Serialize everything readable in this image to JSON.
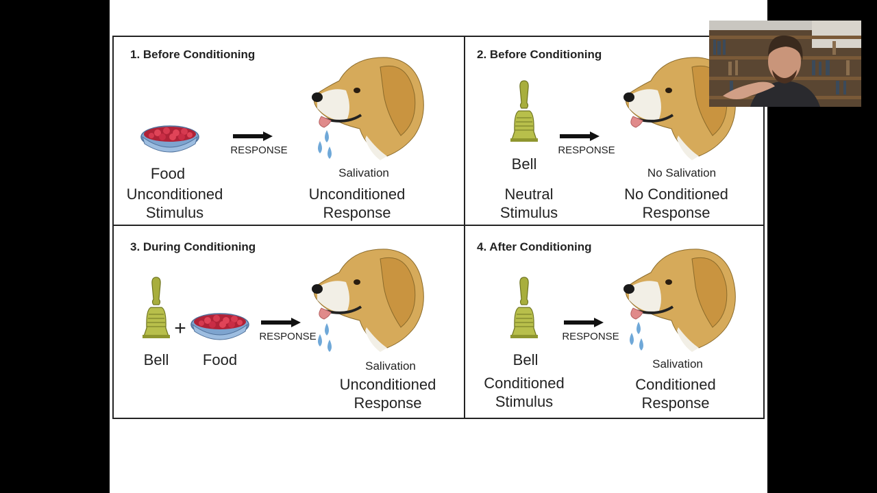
{
  "panels": [
    {
      "title": "1. Before Conditioning",
      "response": "RESPONSE",
      "stim_name": "Food",
      "stim_type": "Unconditioned Stimulus",
      "dog_state": "Salivation",
      "resp_type": "Unconditioned Response"
    },
    {
      "title": "2. Before Conditioning",
      "response": "RESPONSE",
      "stim_name": "Bell",
      "stim_type": "Neutral Stimulus",
      "dog_state": "No Salivation",
      "resp_type": "No Conditioned Response"
    },
    {
      "title": "3. During Conditioning",
      "response": "RESPONSE",
      "stim_name": "Bell",
      "stim_name2": "Food",
      "plus": "+",
      "dog_state": "Salivation",
      "resp_type": "Unconditioned Response"
    },
    {
      "title": "4. After Conditioning",
      "response": "RESPONSE",
      "stim_name": "Bell",
      "stim_type": "Conditioned Stimulus",
      "dog_state": "Salivation",
      "resp_type": "Conditioned Response"
    }
  ],
  "labels": {
    "p1_stim_l1": "Unconditioned",
    "p1_stim_l2": "Stimulus",
    "p1_resp_l1": "Unconditioned",
    "p1_resp_l2": "Response",
    "p2_stim_l1": "Neutral",
    "p2_stim_l2": "Stimulus",
    "p2_resp_l1": "No Conditioned",
    "p2_resp_l2": "Response",
    "p3_resp_l1": "Unconditioned",
    "p3_resp_l2": "Response",
    "p4_stim_l1": "Conditioned",
    "p4_stim_l2": "Stimulus",
    "p4_resp_l1": "Conditioned",
    "p4_resp_l2": "Response"
  },
  "icons": [
    "food-bowl-icon",
    "bell-icon",
    "arrow-right-icon",
    "dog-head-icon",
    "drool-drops-icon",
    "webcam-person"
  ],
  "colors": {
    "frame": "#222222",
    "bowl": "#8fb2d8",
    "food": "#c8283c",
    "bell": "#a6ad3a",
    "dog": "#d7ad5e",
    "drop": "#6fa8d8"
  }
}
